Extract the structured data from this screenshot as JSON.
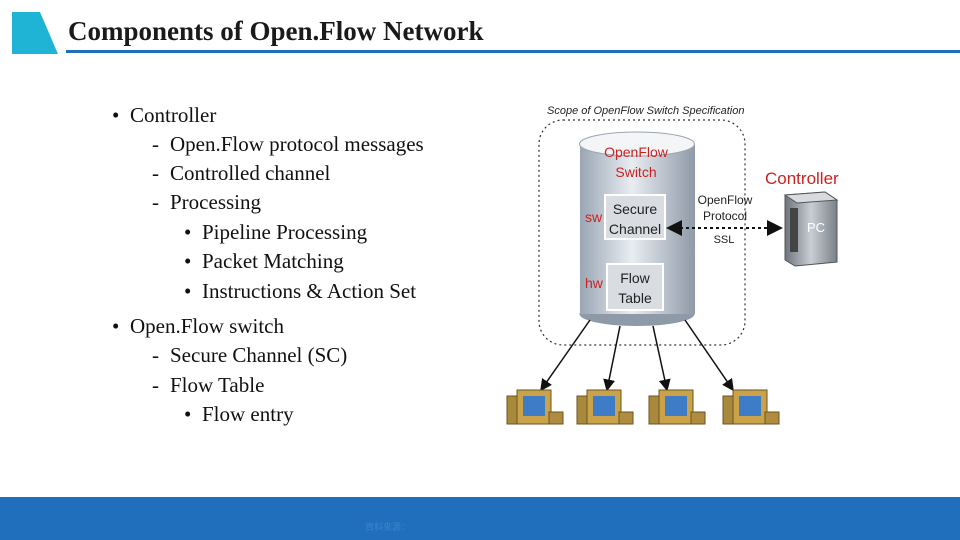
{
  "slide": {
    "title": "Components of Open.Flow Network",
    "accent_color": "#1f6fbd",
    "corner_shape_color": "#1fb3d6"
  },
  "bullets": [
    {
      "level": 1,
      "marker": "•",
      "text": "Controller"
    },
    {
      "level": 2,
      "marker": "-",
      "text": "Open.Flow protocol messages"
    },
    {
      "level": 2,
      "marker": "-",
      "text": "Controlled channel"
    },
    {
      "level": 2,
      "marker": "-",
      "text": "Processing"
    },
    {
      "level": 3,
      "marker": "•",
      "text": "Pipeline Processing"
    },
    {
      "level": 3,
      "marker": "•",
      "text": "Packet Matching"
    },
    {
      "level": 3,
      "marker": "•",
      "text": "Instructions & Action Set"
    },
    {
      "level": 1,
      "marker": "•",
      "text": "Open.Flow switch"
    },
    {
      "level": 2,
      "marker": "-",
      "text": "Secure Channel (SC)"
    },
    {
      "level": 2,
      "marker": "-",
      "text": "Flow Table"
    },
    {
      "level": 3,
      "marker": "•",
      "text": "Flow entry"
    }
  ],
  "diagram": {
    "scope_label": "Scope of OpenFlow Switch Specification",
    "switch_label_line1": "OpenFlow",
    "switch_label_line2": "Switch",
    "sw_label": "sw",
    "hw_label": "hw",
    "secure_channel_line1": "Secure",
    "secure_channel_line2": "Channel",
    "flow_table_line1": "Flow",
    "flow_table_line2": "Table",
    "protocol_line1": "OpenFlow",
    "protocol_line2": "Protocol",
    "protocol_line3": "SSL",
    "controller_label": "Controller",
    "pc_label": "PC",
    "label_red": "#cc2222"
  },
  "footer": {
    "text": "資料來源："
  }
}
